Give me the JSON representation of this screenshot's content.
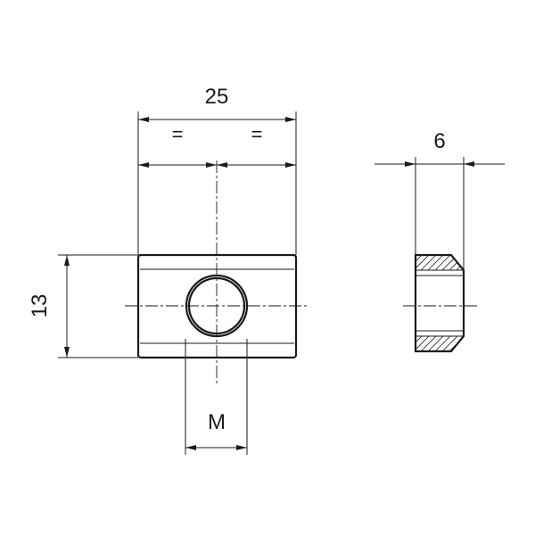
{
  "dimensions": {
    "width": "25",
    "half_left": "=",
    "half_right": "=",
    "thickness": "6",
    "height": "13",
    "thread": "M"
  }
}
